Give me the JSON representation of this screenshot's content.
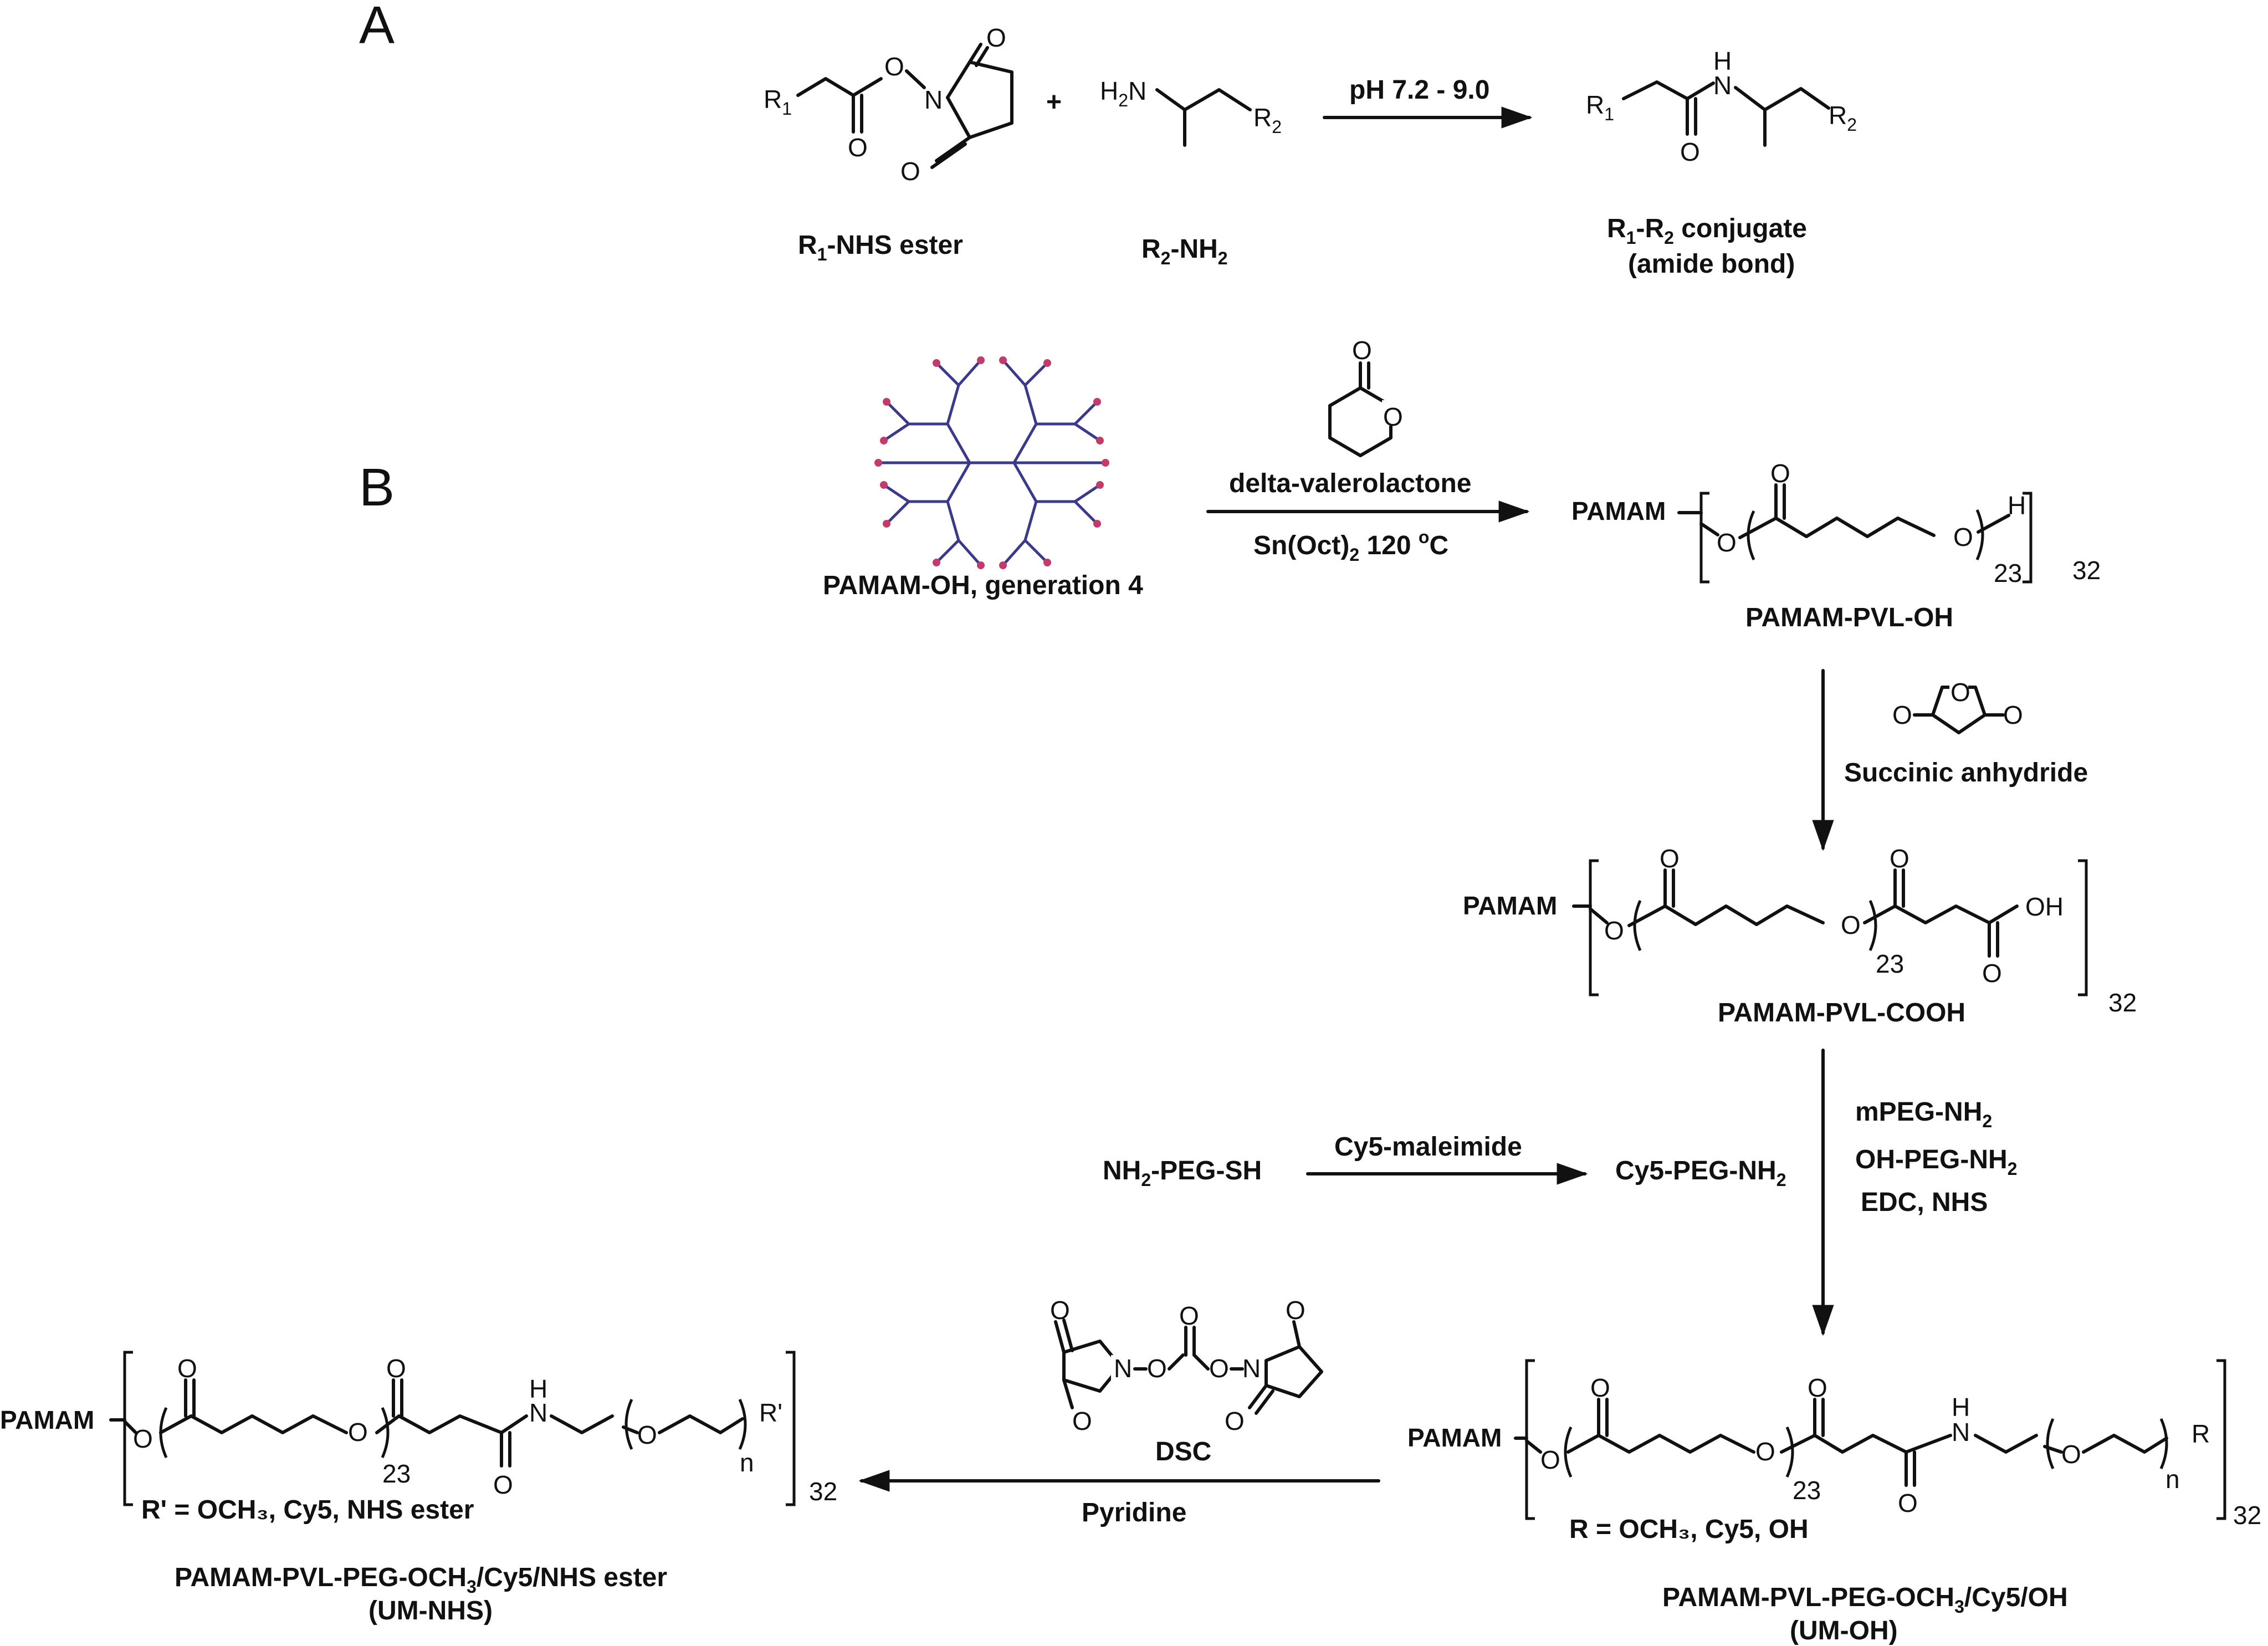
{
  "panels": {
    "a": "A",
    "b": "B"
  },
  "reaction_a": {
    "reactant1": {
      "name_main": "R",
      "name_sub": "1",
      "name_rest": "-NHS ester"
    },
    "plus": "+",
    "reactant2": {
      "name_main": "R",
      "name_sub": "2",
      "name_mid": "-NH",
      "name_sub2": "2"
    },
    "condition": "pH 7.2 - 9.0",
    "product": {
      "line1_a": "R",
      "line1_sub1": "1",
      "line1_b": "-R",
      "line1_sub2": "2",
      "line1_c": " conjugate",
      "line2": "(amide bond)"
    }
  },
  "reaction_b": {
    "start_label": "PAMAM-OH, generation 4",
    "step1_reagent": "delta-valerolactone",
    "step1_catalyst_a": "Sn(Oct)",
    "step1_catalyst_sub": "2",
    "step1_catalyst_b": " 120 ",
    "step1_catalyst_sup": "o",
    "step1_catalyst_c": "C",
    "intermediate1_label": "PAMAM-PVL-OH",
    "step2_reagent": "Succinic anhydride",
    "intermediate2_label": "PAMAM-PVL-COOH",
    "side_start_a": "NH",
    "side_start_sub": "2",
    "side_start_b": "-PEG-SH",
    "side_reagent": "Cy5-maleimide",
    "side_product_a": "Cy5-PEG-NH",
    "side_product_sub": "2",
    "step3_reagents": [
      {
        "a": "mPEG-NH",
        "sub": "2"
      },
      {
        "a": "OH-PEG-NH",
        "sub": "2"
      },
      {
        "a": "EDC, NHS",
        "sub": ""
      }
    ],
    "um_oh_r_note": "R = OCH₃, Cy5, OH",
    "um_oh_label_a": "PAMAM-PVL-PEG-OCH",
    "um_oh_label_sub": "3",
    "um_oh_label_b": "/Cy5/OH",
    "um_oh_abbrev": "(UM-OH)",
    "step4_reagent": "DSC",
    "step4_solvent": "Pyridine",
    "um_nhs_r_note": "R' = OCH₃, Cy5, NHS ester",
    "um_nhs_label_a": "PAMAM-PVL-PEG-OCH",
    "um_nhs_label_sub": "3",
    "um_nhs_label_b": "/Cy5/NHS ester",
    "um_nhs_abbrev": "(UM-NHS)"
  },
  "structures": {
    "pamam": "PAMAM",
    "repeat_23": "23",
    "repeat_32": "32",
    "repeat_n": "n",
    "oxygen": "O",
    "hydrogen": "H",
    "oh": "OH",
    "nh": "N",
    "r": "R",
    "r_prime": "R'",
    "r1": "R",
    "r2": "R",
    "h2n": "H",
    "n_atom": "N"
  },
  "colors": {
    "ink": "#111111",
    "dendrimer_branch": "#3b3a8a",
    "dendrimer_tip": "#c23b6a"
  }
}
